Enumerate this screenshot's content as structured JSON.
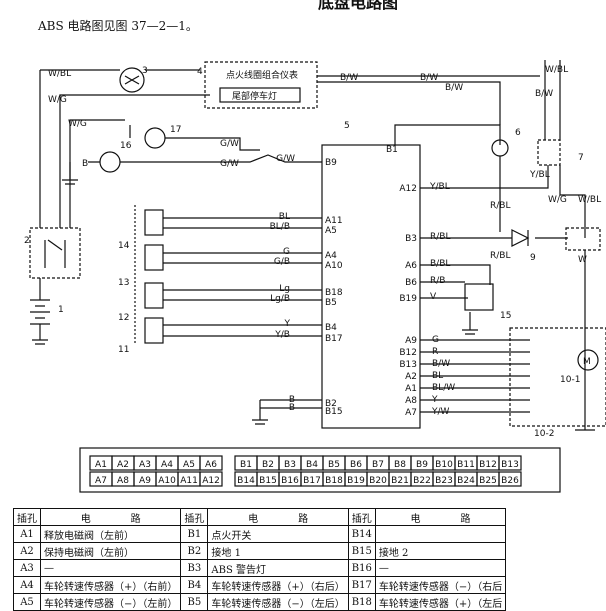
{
  "title": "底盘电路图",
  "caption": "ABS 电路图见图 37—2—1。",
  "components": {
    "c1": "1",
    "c2": "2",
    "c3": "3",
    "c4": "4",
    "c5": "5",
    "c6": "6",
    "c7": "7",
    "c9": "9",
    "c10_1": "10-1",
    "c10_2": "10-2",
    "c11": "11",
    "c12": "12",
    "c13": "13",
    "c14": "14",
    "c15": "15",
    "c16": "16",
    "c17": "17"
  },
  "box4": {
    "line1": "点火线圈组合仪表",
    "line2": "尾部停车灯"
  },
  "ecu_top_pin": "B1",
  "motor_label": "M",
  "left_wires": [
    "W/BL",
    "W/G",
    "W/G",
    "G/W",
    "G/W"
  ],
  "top_wires": [
    "B/W",
    "B/W",
    "B/W",
    "W/BL",
    "B/W",
    "Y/BL",
    "W/G",
    "W/BL",
    "W"
  ],
  "ground_label": "B",
  "sensor_wires": [
    {
      "wire": "BL",
      "pin": "A11"
    },
    {
      "wire": "BL/B",
      "pin": "A5"
    },
    {
      "wire": "G",
      "pin": "A4"
    },
    {
      "wire": "G/B",
      "pin": "A10"
    },
    {
      "wire": "Lg",
      "pin": "B18"
    },
    {
      "wire": "Lg/B",
      "pin": "B5"
    },
    {
      "wire": "Y",
      "pin": "B4"
    },
    {
      "wire": "Y/B",
      "pin": "B17"
    }
  ],
  "left_pins": [
    {
      "wire": "G/W",
      "pin": "B9"
    },
    {
      "wire": "B",
      "pin": "B2"
    },
    {
      "wire": "B",
      "pin": "B15"
    }
  ],
  "right_pins_upper": [
    {
      "pin": "A12",
      "wire": "Y/BL"
    },
    {
      "pin": "B3",
      "wire": "R/BL"
    },
    {
      "pin": "A6",
      "wire": "B/BL"
    },
    {
      "pin": "B6",
      "wire": "R/B"
    },
    {
      "pin": "B19",
      "wire": "V"
    }
  ],
  "mid_wires": [
    "R/BL",
    "R/BL"
  ],
  "right_pins_lower": [
    {
      "pin": "A9",
      "wire": "G"
    },
    {
      "pin": "B12",
      "wire": "R"
    },
    {
      "pin": "B13",
      "wire": "B/W"
    },
    {
      "pin": "A2",
      "wire": "BL"
    },
    {
      "pin": "A1",
      "wire": "BL/W"
    },
    {
      "pin": "A8",
      "wire": "Y"
    },
    {
      "pin": "A7",
      "wire": "Y/W"
    }
  ],
  "connector_row1": [
    "A1",
    "A2",
    "A3",
    "A4",
    "A5",
    "A6",
    "B1",
    "B2",
    "B3",
    "B4",
    "B5",
    "B6",
    "B7",
    "B8",
    "B9",
    "B10",
    "B11",
    "B12",
    "B13"
  ],
  "connector_row2": [
    "A7",
    "A8",
    "A9",
    "A10",
    "A11",
    "A12",
    "B14",
    "B15",
    "B16",
    "B17",
    "B18",
    "B19",
    "B20",
    "B21",
    "B22",
    "B23",
    "B24",
    "B25",
    "B26"
  ],
  "table": {
    "headers": [
      "插孔",
      "电　　　　路",
      "插孔",
      "电　　　　路",
      "插孔",
      "电　　　　路"
    ],
    "rows": [
      [
        "A1",
        "释放电磁阀（左前）",
        "B1",
        "点火开关",
        "B14",
        ""
      ],
      [
        "A2",
        "保持电磁阀（左前）",
        "B2",
        "接地 1",
        "B15",
        "接地 2"
      ],
      [
        "A3",
        "—",
        "B3",
        "ABS 警告灯",
        "B16",
        "—"
      ],
      [
        "A4",
        "车轮转速传感器（+）（右前）",
        "B4",
        "车轮转速传感器（+）（右后）",
        "B17",
        "车轮转速传感器（−）（右后"
      ],
      [
        "A5",
        "车轮转速传感器（−）（左前）",
        "B5",
        "车轮转速传感器（−）（左后）",
        "B18",
        "车轮转速传感器（+）（左后"
      ]
    ]
  }
}
